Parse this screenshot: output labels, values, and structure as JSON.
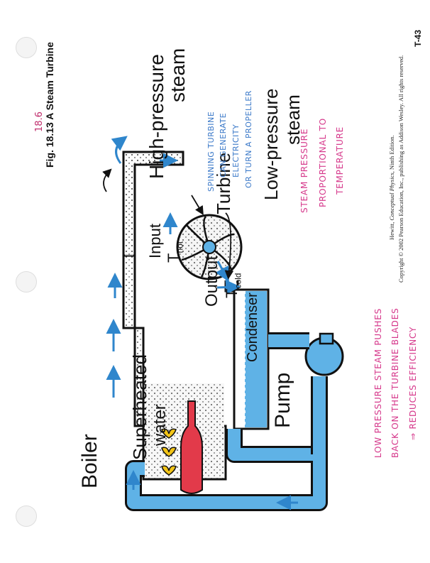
{
  "page_id": "T-43",
  "handwritten_ref": "18.6",
  "figure": {
    "caption": "Fig. 18.13  A Steam Turbine",
    "credit_line1_a": "Hewitt, ",
    "credit_line1_title": "Conceptual Physics",
    "credit_line1_b": ", Ninth Edition.",
    "credit_line2": "Copyright © 2002 Pearson Education, Inc., publishing as Addison Wesley.  All rights reserved."
  },
  "diagram": {
    "labels": {
      "boiler": "Boiler",
      "high_pressure_1": "High-pressure",
      "high_pressure_2": "steam",
      "turbine": "Turbine",
      "low_pressure_1": "Low-pressure",
      "low_pressure_2": "steam",
      "superheated_1": "Super",
      "superheated_2": "heated",
      "water": "water",
      "input": "Input",
      "t_hot_main": "T",
      "t_hot_sub": "hot",
      "output": "Output",
      "t_cold_main": "T",
      "t_cold_sub": "cold",
      "condenser": "Condenser",
      "pump": "Pump"
    },
    "colors": {
      "water": "#5fb2e6",
      "arrow": "#2f86cc",
      "steam": "#efefef",
      "flame": "#f2c416",
      "burner": "#e23a4a"
    }
  },
  "annotations": {
    "blue_note": [
      "SPINNING TURBINE",
      "CAN GENERATE",
      "ELECTRICITY",
      "OR TURN A PROPELLER"
    ],
    "pink_note_top": [
      "STEAM PRESSURE",
      "PROPORTIONAL TO",
      "TEMPERATURE"
    ],
    "pink_note_bottom": [
      "LOW PRESSURE STEAM PUSHES",
      "BACK ON THE TURBINE BLADES",
      "⇒ REDUCES EFFICIENCY"
    ]
  }
}
